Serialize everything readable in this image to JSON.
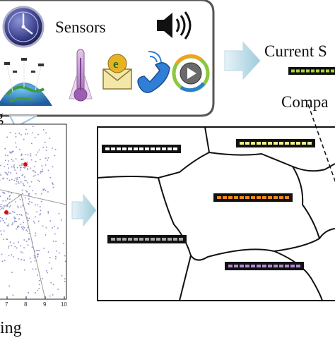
{
  "sensors_panel": {
    "label": "Sensors",
    "icons": [
      "clock-icon",
      "speaker-icon",
      "globe-satellites-icon",
      "thermometer-icon",
      "email-icon",
      "phone-icon",
      "media-player-icon"
    ]
  },
  "current_state": {
    "label": "Current S"
  },
  "compare": {
    "label": "Compa"
  },
  "callout": {
    "label": "g"
  },
  "scatter": {
    "x_ticks": [
      "7",
      "8",
      "9",
      "10"
    ],
    "cluster_color": "#cc1111",
    "point_color": "#8a90c8"
  },
  "clustering": {
    "label": "ring"
  },
  "states": [
    {
      "id": "white",
      "color": "#ffffff"
    },
    {
      "id": "yellow",
      "color": "#f4f48a"
    },
    {
      "id": "orange",
      "color": "#f08a1a"
    },
    {
      "id": "gray",
      "color": "#a8a8a8"
    },
    {
      "id": "purple",
      "color": "#b48ad8"
    }
  ],
  "current_state_color": "#a6d63a",
  "arrow_color": "#bfe0ec"
}
